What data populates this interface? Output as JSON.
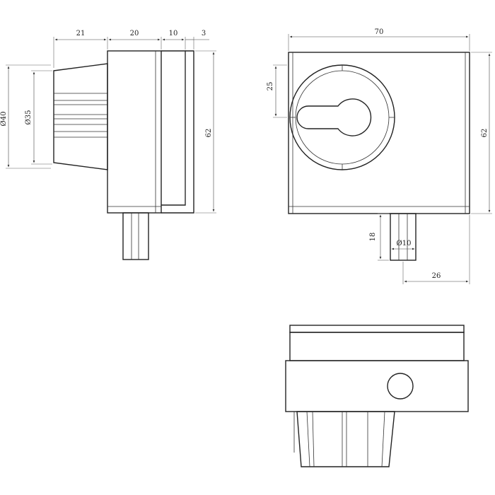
{
  "colors": {
    "line": "#222222",
    "background": "#ffffff"
  },
  "dimensions": {
    "side_view": {
      "width_a": "21",
      "width_b": "20",
      "width_c": "10",
      "width_d": "3",
      "dia_outer": "Ø40",
      "dia_inner": "Ø35",
      "height": "62"
    },
    "front_view": {
      "width": "70",
      "offset_top": "25",
      "height": "62",
      "pin_length": "18",
      "pin_dia": "Ø10",
      "pin_offset": "26"
    }
  }
}
